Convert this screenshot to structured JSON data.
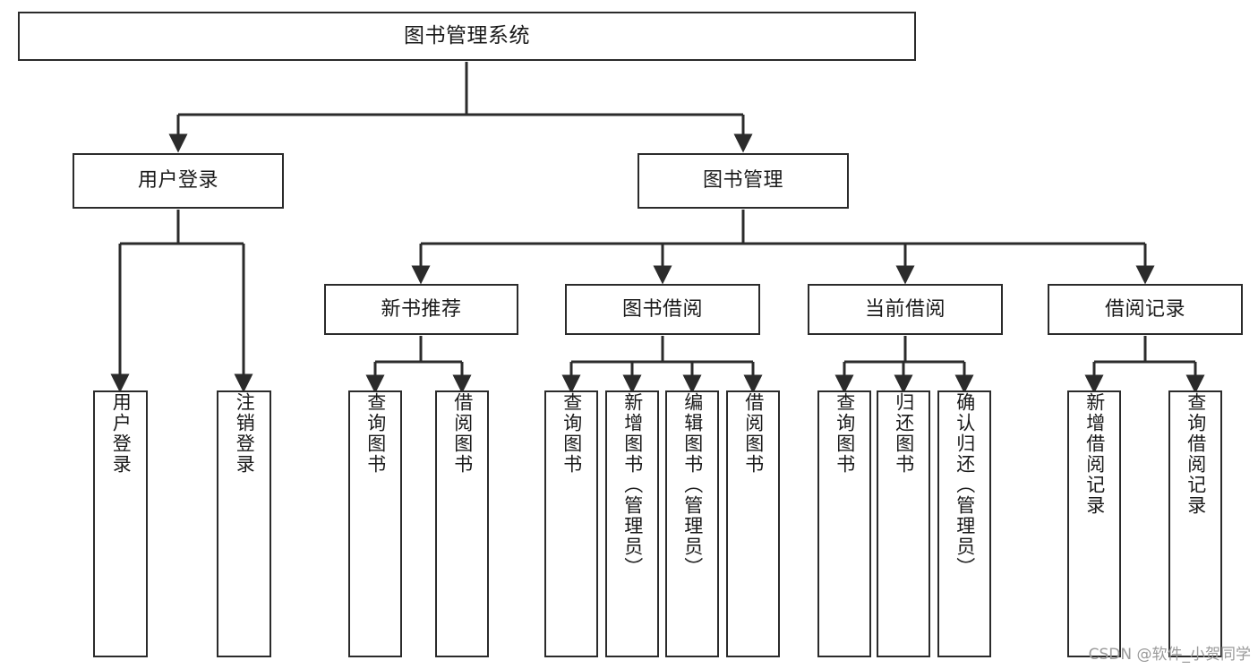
{
  "diagram": {
    "title": "图书管理系统",
    "type": "tree-hierarchy",
    "stroke_color": "#2b2b2b",
    "fill_color": "#ffffff",
    "text_color": "#1a1a1a",
    "nodes": {
      "root": {
        "label": "图书管理系统"
      },
      "level2": [
        {
          "label": "用户登录"
        },
        {
          "label": "图书管理"
        }
      ],
      "level3": [
        {
          "label": "新书推荐"
        },
        {
          "label": "图书借阅"
        },
        {
          "label": "当前借阅"
        },
        {
          "label": "借阅记录"
        }
      ],
      "leaves_user_login": [
        {
          "label": "用户登录"
        },
        {
          "label": "注销登录"
        }
      ],
      "leaves_new_books": [
        {
          "label": "查询图书"
        },
        {
          "label": "借阅图书"
        }
      ],
      "leaves_borrow": [
        {
          "label": "查询图书"
        },
        {
          "label": "新增图书（管理员）"
        },
        {
          "label": "编辑图书（管理员）"
        },
        {
          "label": "借阅图书"
        }
      ],
      "leaves_current": [
        {
          "label": "查询图书"
        },
        {
          "label": "归还图书"
        },
        {
          "label": "确认归还（管理员）"
        }
      ],
      "leaves_records": [
        {
          "label": "新增借阅记录"
        },
        {
          "label": "查询借阅记录"
        }
      ]
    }
  },
  "watermark": {
    "text": "CSDN @软件_小贺同学"
  }
}
